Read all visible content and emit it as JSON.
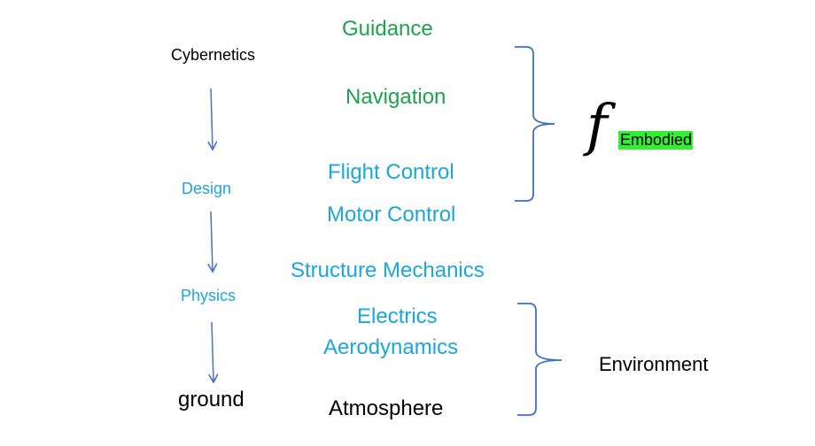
{
  "left_column": {
    "cybernetics": "Cybernetics",
    "design": "Design",
    "physics": "Physics",
    "ground": "ground"
  },
  "middle_column": {
    "guidance": "Guidance",
    "navigation": "Navigation",
    "flight_control": "Flight Control",
    "motor_control": "Motor Control",
    "structure_mechanics": "Structure Mechanics",
    "electrics": "Electrics",
    "aerodynamics": "Aerodynamics",
    "atmosphere": "Atmosphere"
  },
  "right_side": {
    "function_symbol": "f",
    "embodied_subscript": "Embodied",
    "environment": "Environment"
  },
  "colors": {
    "green_text": "#1fa34a",
    "blue_text": "#1ba6dc",
    "black_text": "#000000",
    "arrow_line": "#4a72c4",
    "brace_line": "#3d6fc7",
    "highlight": "#33ee33"
  }
}
